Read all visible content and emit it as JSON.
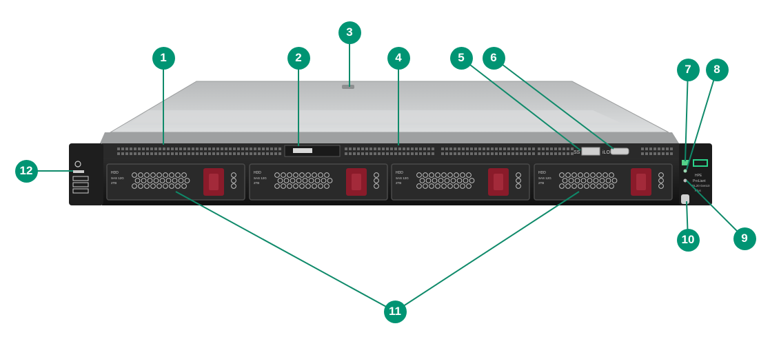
{
  "colors": {
    "callout": "#009473",
    "leader": "#0f8a6a",
    "chassis_top": "#c9cbcc",
    "bezel": "#1b1b1b",
    "drive_latch": "#8a1b2a",
    "bay": "#2a2a2a",
    "status_led": "#55d28a"
  },
  "callouts": [
    {
      "id": "1",
      "label": "1"
    },
    {
      "id": "2",
      "label": "2"
    },
    {
      "id": "3",
      "label": "3"
    },
    {
      "id": "4",
      "label": "4"
    },
    {
      "id": "5",
      "label": "5"
    },
    {
      "id": "6",
      "label": "6"
    },
    {
      "id": "7",
      "label": "7"
    },
    {
      "id": "8",
      "label": "8"
    },
    {
      "id": "9",
      "label": "9"
    },
    {
      "id": "10",
      "label": "10"
    },
    {
      "id": "11",
      "label": "11"
    },
    {
      "id": "12",
      "label": "12"
    }
  ],
  "drives": [
    {
      "type": "HDD",
      "capacity": "SAS 12G",
      "speed": "2TB"
    },
    {
      "type": "HDD",
      "capacity": "SAS 12G",
      "speed": "2TB"
    },
    {
      "type": "HDD",
      "capacity": "SAS 12G",
      "speed": "2TB"
    },
    {
      "type": "HDD",
      "capacity": "SAS 12G",
      "speed": "2TB"
    }
  ],
  "ports": {
    "usb_label": "SS",
    "ilo_label": "iLO"
  },
  "tag": {
    "brand": "HPE",
    "line1": "ProLiant",
    "line2": "DL20 Gen10",
    "line3": "Plus"
  }
}
